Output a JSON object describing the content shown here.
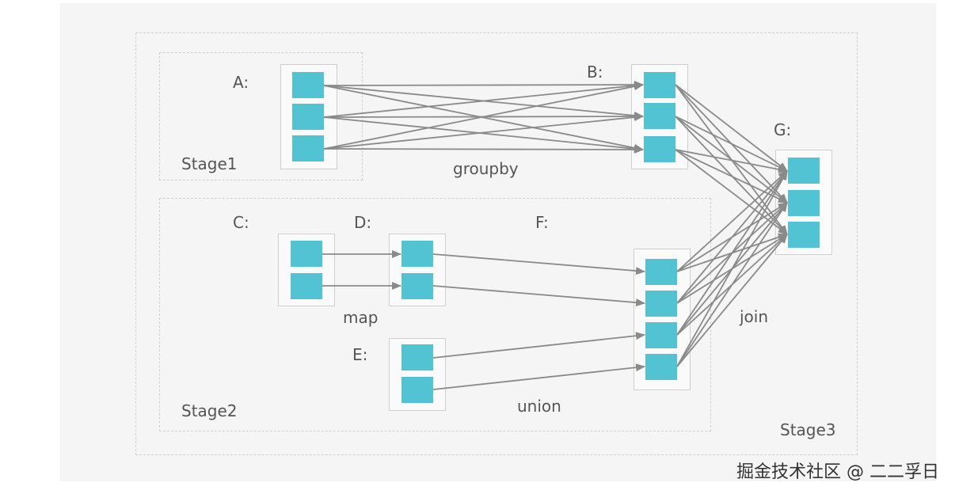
{
  "labels": {
    "A": "A:",
    "B": "B:",
    "C": "C:",
    "D": "D:",
    "E": "E:",
    "F": "F:",
    "G": "G:"
  },
  "stages": {
    "stage1": "Stage1",
    "stage2": "Stage2",
    "stage3": "Stage3"
  },
  "operations": {
    "groupby": "groupby",
    "map": "map",
    "union": "union",
    "join": "join"
  },
  "watermark": "掘金技术社区 @ 二二孚日",
  "colors": {
    "partition": "#52c3d3",
    "arrow": "#8a8a8a",
    "label": "#555555"
  }
}
